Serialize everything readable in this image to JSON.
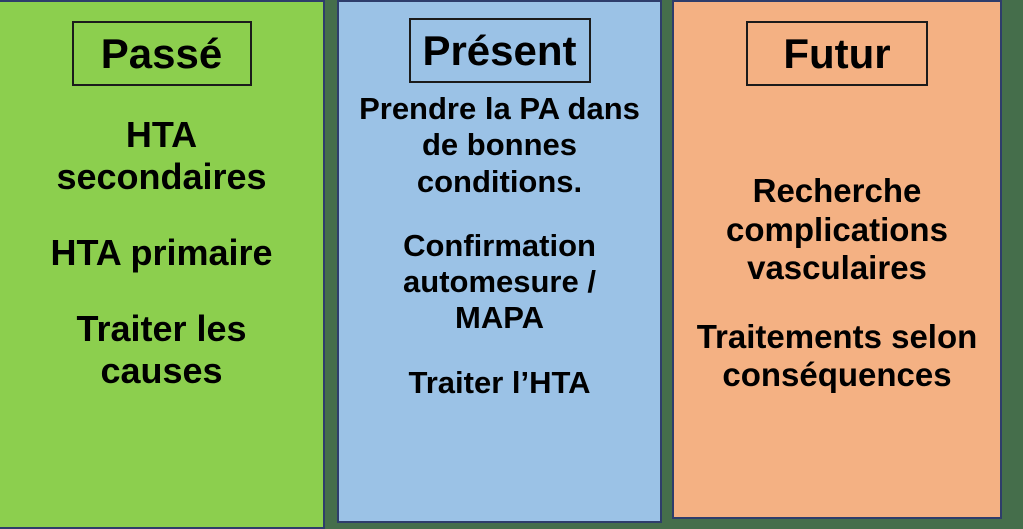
{
  "figure": {
    "background_color": "#456e4b",
    "panel_border_color": "#2e3d6b",
    "title_box_border_color": "#1b1b1b",
    "text_color": "#000000"
  },
  "panels": [
    {
      "key": "past",
      "title": "Passé",
      "color": "#8ccf4e",
      "blocks": [
        {
          "lines": [
            "HTA",
            "secondaires"
          ]
        },
        {
          "lines": [
            "HTA primaire"
          ]
        },
        {
          "lines": [
            "Traiter les",
            "causes"
          ]
        }
      ]
    },
    {
      "key": "present",
      "title": "Présent",
      "color": "#9bc2e6",
      "blocks": [
        {
          "lines": [
            "Prendre la PA dans",
            "de bonnes",
            "conditions."
          ]
        },
        {
          "lines": [
            "Confirmation",
            "automesure /",
            "MAPA"
          ]
        },
        {
          "lines": [
            "Traiter l’HTA"
          ]
        }
      ]
    },
    {
      "key": "future",
      "title": "Futur",
      "color": "#f4b183",
      "blocks": [
        {
          "lines": [
            "Recherche",
            "complications",
            "vasculaires"
          ]
        },
        {
          "lines": [
            "Traitements selon",
            "conséquences"
          ]
        }
      ]
    }
  ]
}
